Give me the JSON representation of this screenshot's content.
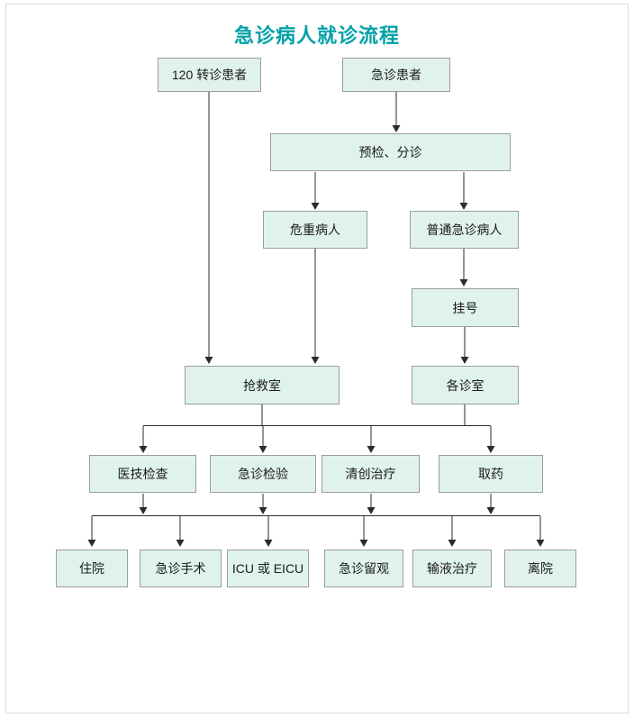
{
  "title": "急诊病人就诊流程",
  "colors": {
    "title": "#00a1a7",
    "node_fill": "#e0f2ee",
    "node_border": "#9c9c9c",
    "arrow": "#2b2b2b",
    "background": "#ffffff"
  },
  "nodes": {
    "transfer120": {
      "label": "120 转诊患者"
    },
    "emergency": {
      "label": "急诊患者"
    },
    "triage": {
      "label": "预检、分诊"
    },
    "critical": {
      "label": "危重病人"
    },
    "ordinary": {
      "label": "普通急诊病人"
    },
    "register": {
      "label": "挂号"
    },
    "consult_rooms": {
      "label": "各诊室"
    },
    "rescue_room": {
      "label": "抢救室"
    },
    "med_exam": {
      "label": "医技检查"
    },
    "er_test": {
      "label": "急诊检验"
    },
    "debridement": {
      "label": "清创治疗"
    },
    "pharmacy": {
      "label": "取药"
    },
    "hospitalize": {
      "label": "住院"
    },
    "er_surgery": {
      "label": "急诊手术"
    },
    "icu": {
      "label": "ICU 或 EICU"
    },
    "observation": {
      "label": "急诊留观"
    },
    "infusion": {
      "label": "输液治疗"
    },
    "discharge": {
      "label": "离院"
    }
  },
  "edges": [
    {
      "from": "emergency",
      "to": "triage"
    },
    {
      "from": "triage",
      "to": "critical"
    },
    {
      "from": "triage",
      "to": "ordinary"
    },
    {
      "from": "ordinary",
      "to": "register"
    },
    {
      "from": "register",
      "to": "consult_rooms"
    },
    {
      "from": "critical",
      "to": "rescue_room"
    },
    {
      "from": "transfer120",
      "to": "rescue_room"
    },
    {
      "from": "rescue_room",
      "to": "med_exam"
    },
    {
      "from": "rescue_room",
      "to": "er_test"
    },
    {
      "from": "rescue_room",
      "to": "debridement"
    },
    {
      "from": "rescue_room",
      "to": "pharmacy"
    },
    {
      "from": "consult_rooms",
      "to": "med_exam"
    },
    {
      "from": "consult_rooms",
      "to": "er_test"
    },
    {
      "from": "consult_rooms",
      "to": "debridement"
    },
    {
      "from": "consult_rooms",
      "to": "pharmacy"
    },
    {
      "from": "exam_row",
      "to": "hospitalize"
    },
    {
      "from": "exam_row",
      "to": "er_surgery"
    },
    {
      "from": "exam_row",
      "to": "icu"
    },
    {
      "from": "exam_row",
      "to": "observation"
    },
    {
      "from": "exam_row",
      "to": "infusion"
    },
    {
      "from": "exam_row",
      "to": "discharge"
    }
  ]
}
